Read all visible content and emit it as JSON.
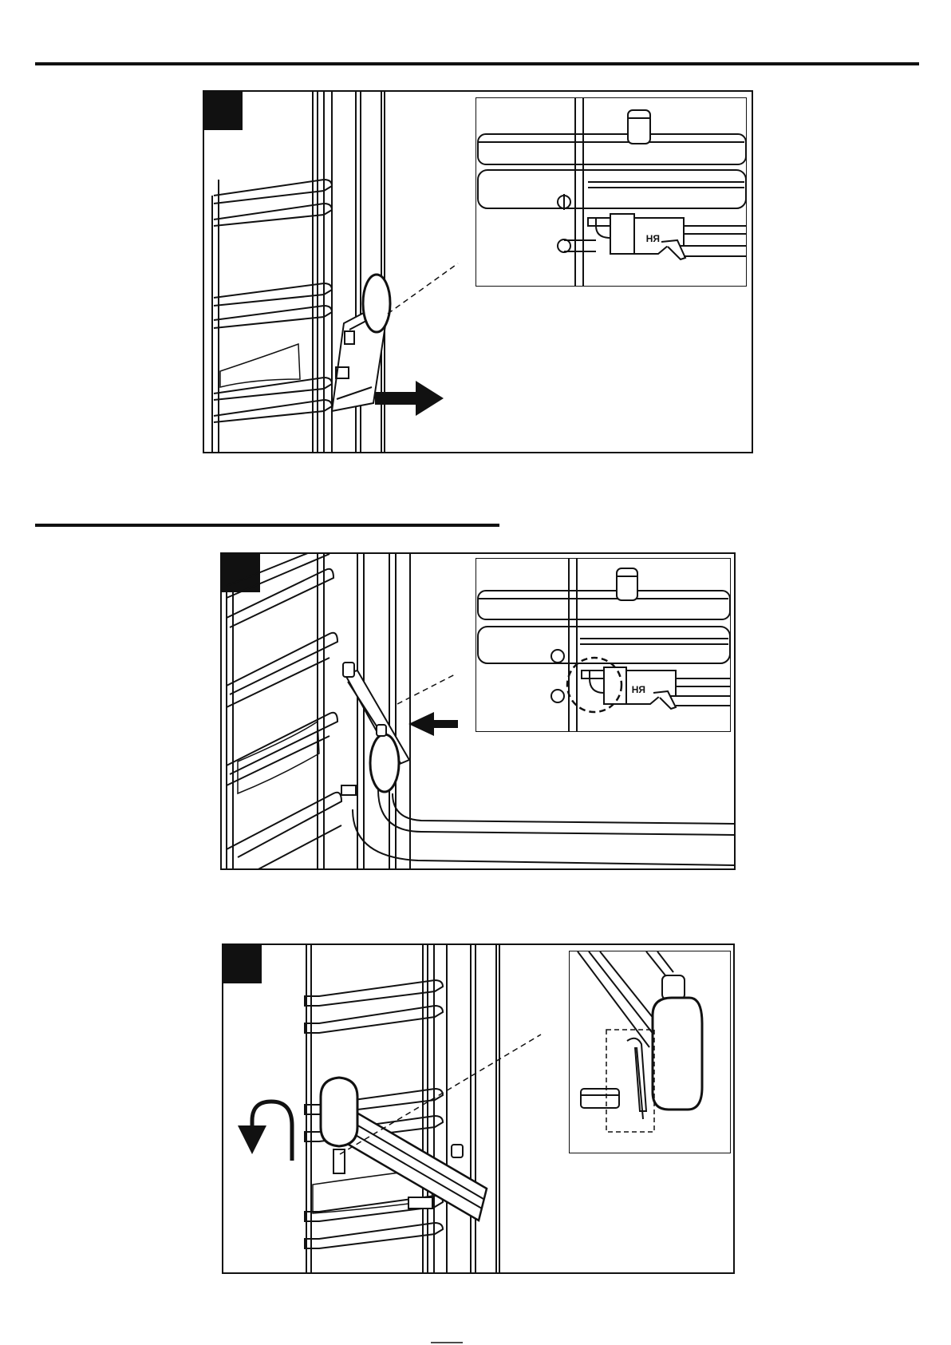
{
  "figures": [
    {
      "id": 1,
      "inset_label": "RH"
    },
    {
      "id": 2,
      "inset_label": "RH"
    },
    {
      "id": 3
    }
  ],
  "colors": {
    "ink": "#111111",
    "paper": "#ffffff",
    "shade": "#e9e9e9"
  }
}
